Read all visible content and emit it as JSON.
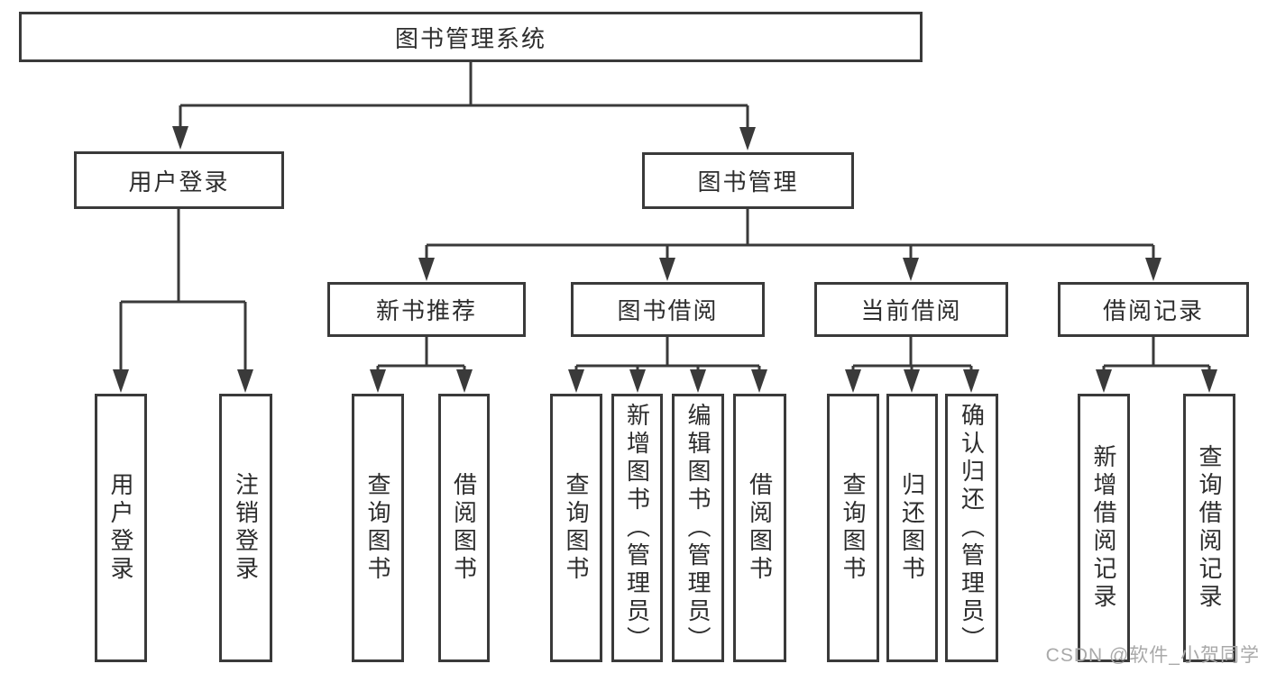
{
  "diagram": {
    "root": {
      "label": "图书管理系统"
    },
    "level2": [
      {
        "label": "用户登录"
      },
      {
        "label": "图书管理"
      }
    ],
    "level3": [
      {
        "label": "新书推荐"
      },
      {
        "label": "图书借阅"
      },
      {
        "label": "当前借阅"
      },
      {
        "label": "借阅记录"
      }
    ],
    "leaves": [
      {
        "label": "用户登录"
      },
      {
        "label": "注销登录"
      },
      {
        "label": "查询图书"
      },
      {
        "label": "借阅图书"
      },
      {
        "label": "查询图书"
      },
      {
        "label": "新增图书（管理员）"
      },
      {
        "label": "编辑图书（管理员）"
      },
      {
        "label": "借阅图书"
      },
      {
        "label": "查询图书"
      },
      {
        "label": "归还图书"
      },
      {
        "label": "确认归还（管理员）"
      },
      {
        "label": "新增借阅记录"
      },
      {
        "label": "查询借阅记录"
      }
    ]
  },
  "watermark": {
    "text": "CSDN @软件_小贺同学"
  },
  "colors": {
    "line": "#3a3a3a",
    "text": "#2d2d2d",
    "watermark": "#a9a9a9",
    "background": "#ffffff"
  }
}
